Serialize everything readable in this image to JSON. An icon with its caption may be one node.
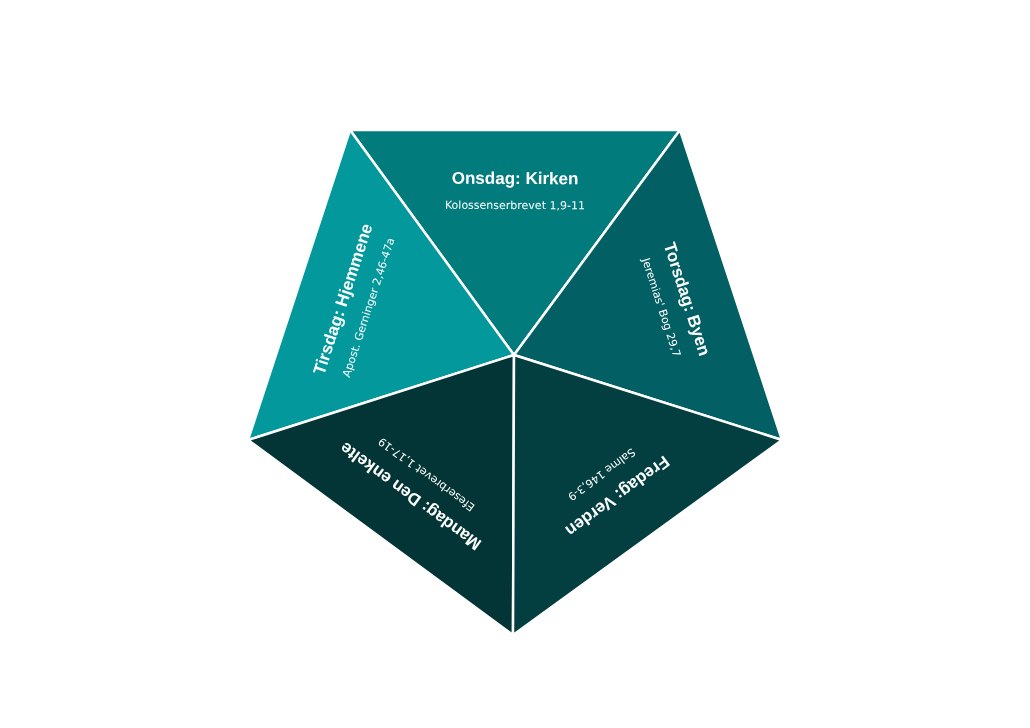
{
  "diagram": {
    "nodes": [
      {
        "text": [
          "Onsdag: Kirken",
          "Kolossenserbrevet 1,9-11"
        ]
      },
      {
        "text": [
          "Tirsdag: Hjemmene",
          "Apost. Gerninger 2,46-47a"
        ]
      },
      {
        "text": [
          "Torsdag: Byen",
          "Jeremias' Bog 29,7"
        ]
      },
      {
        "text": [
          "Mandag: Den enkelte",
          "Efeserbrevet 1,17-19"
        ]
      },
      {
        "text": [
          "Fredag: Verden",
          "Salme 146,3-9"
        ]
      }
    ]
  }
}
